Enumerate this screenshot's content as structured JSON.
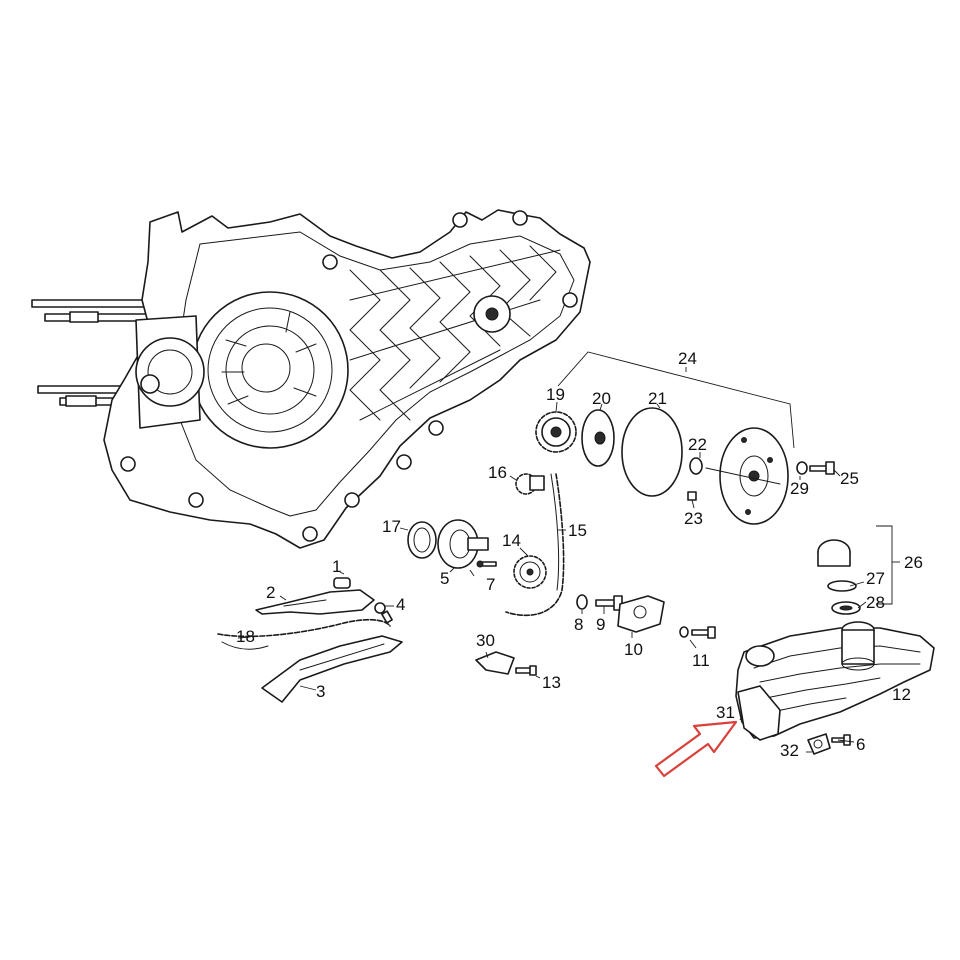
{
  "labels": {
    "p1": "1",
    "p2": "2",
    "p3": "3",
    "p4": "4",
    "p5": "5",
    "p6": "6",
    "p7": "7",
    "p8": "8",
    "p9": "9",
    "p10": "10",
    "p11": "11",
    "p12": "12",
    "p13": "13",
    "p14": "14",
    "p15": "15",
    "p16": "16",
    "p17": "17",
    "p18": "18",
    "p19": "19",
    "p20": "20",
    "p21": "21",
    "p22": "22",
    "p23": "23",
    "p24": "24",
    "p25": "25",
    "p26": "26",
    "p27": "27",
    "p28": "28",
    "p29": "29",
    "p30": "30",
    "p31": "31",
    "p32": "32"
  },
  "colors": {
    "line": "#1a1a1a",
    "arrow": "#d9403a",
    "background": "#ffffff"
  },
  "highlight": {
    "target_part": "31",
    "marker": "red-outline-arrow"
  }
}
